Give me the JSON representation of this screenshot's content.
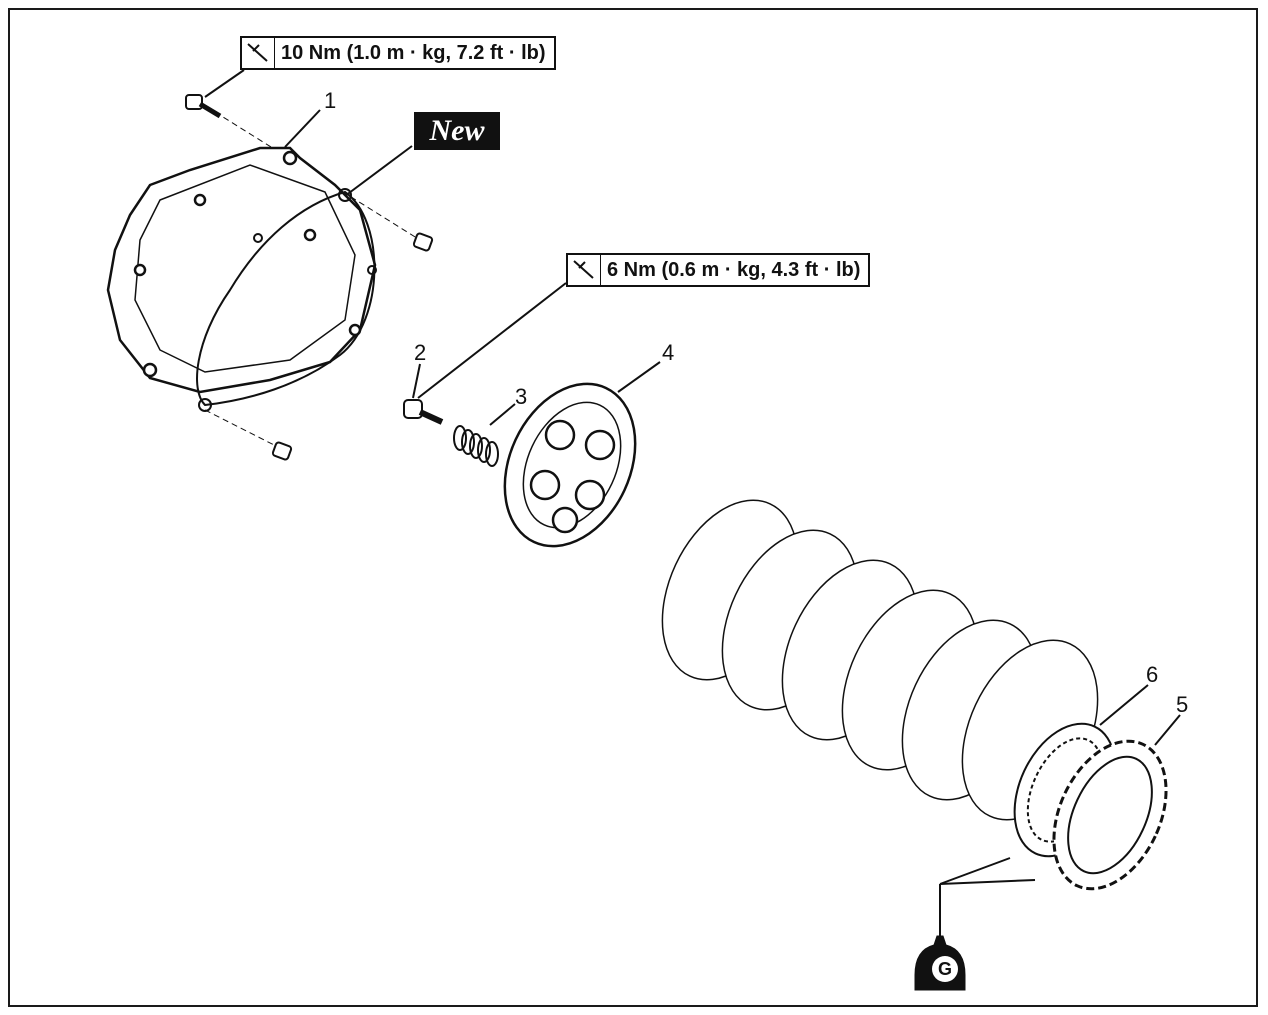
{
  "specs": [
    {
      "text": "10 Nm (1.0 m · kg, 7.2 ft · lb)",
      "icon": "torque-wrench-icon"
    },
    {
      "text": "6 Nm (0.6 m · kg, 4.3 ft · lb)",
      "icon": "torque-wrench-icon"
    }
  ],
  "new_label": "New",
  "callouts": [
    "1",
    "2",
    "3",
    "4",
    "5",
    "6"
  ],
  "grease_symbol": {
    "letter": "G",
    "icon": "grease-bottle-icon"
  }
}
